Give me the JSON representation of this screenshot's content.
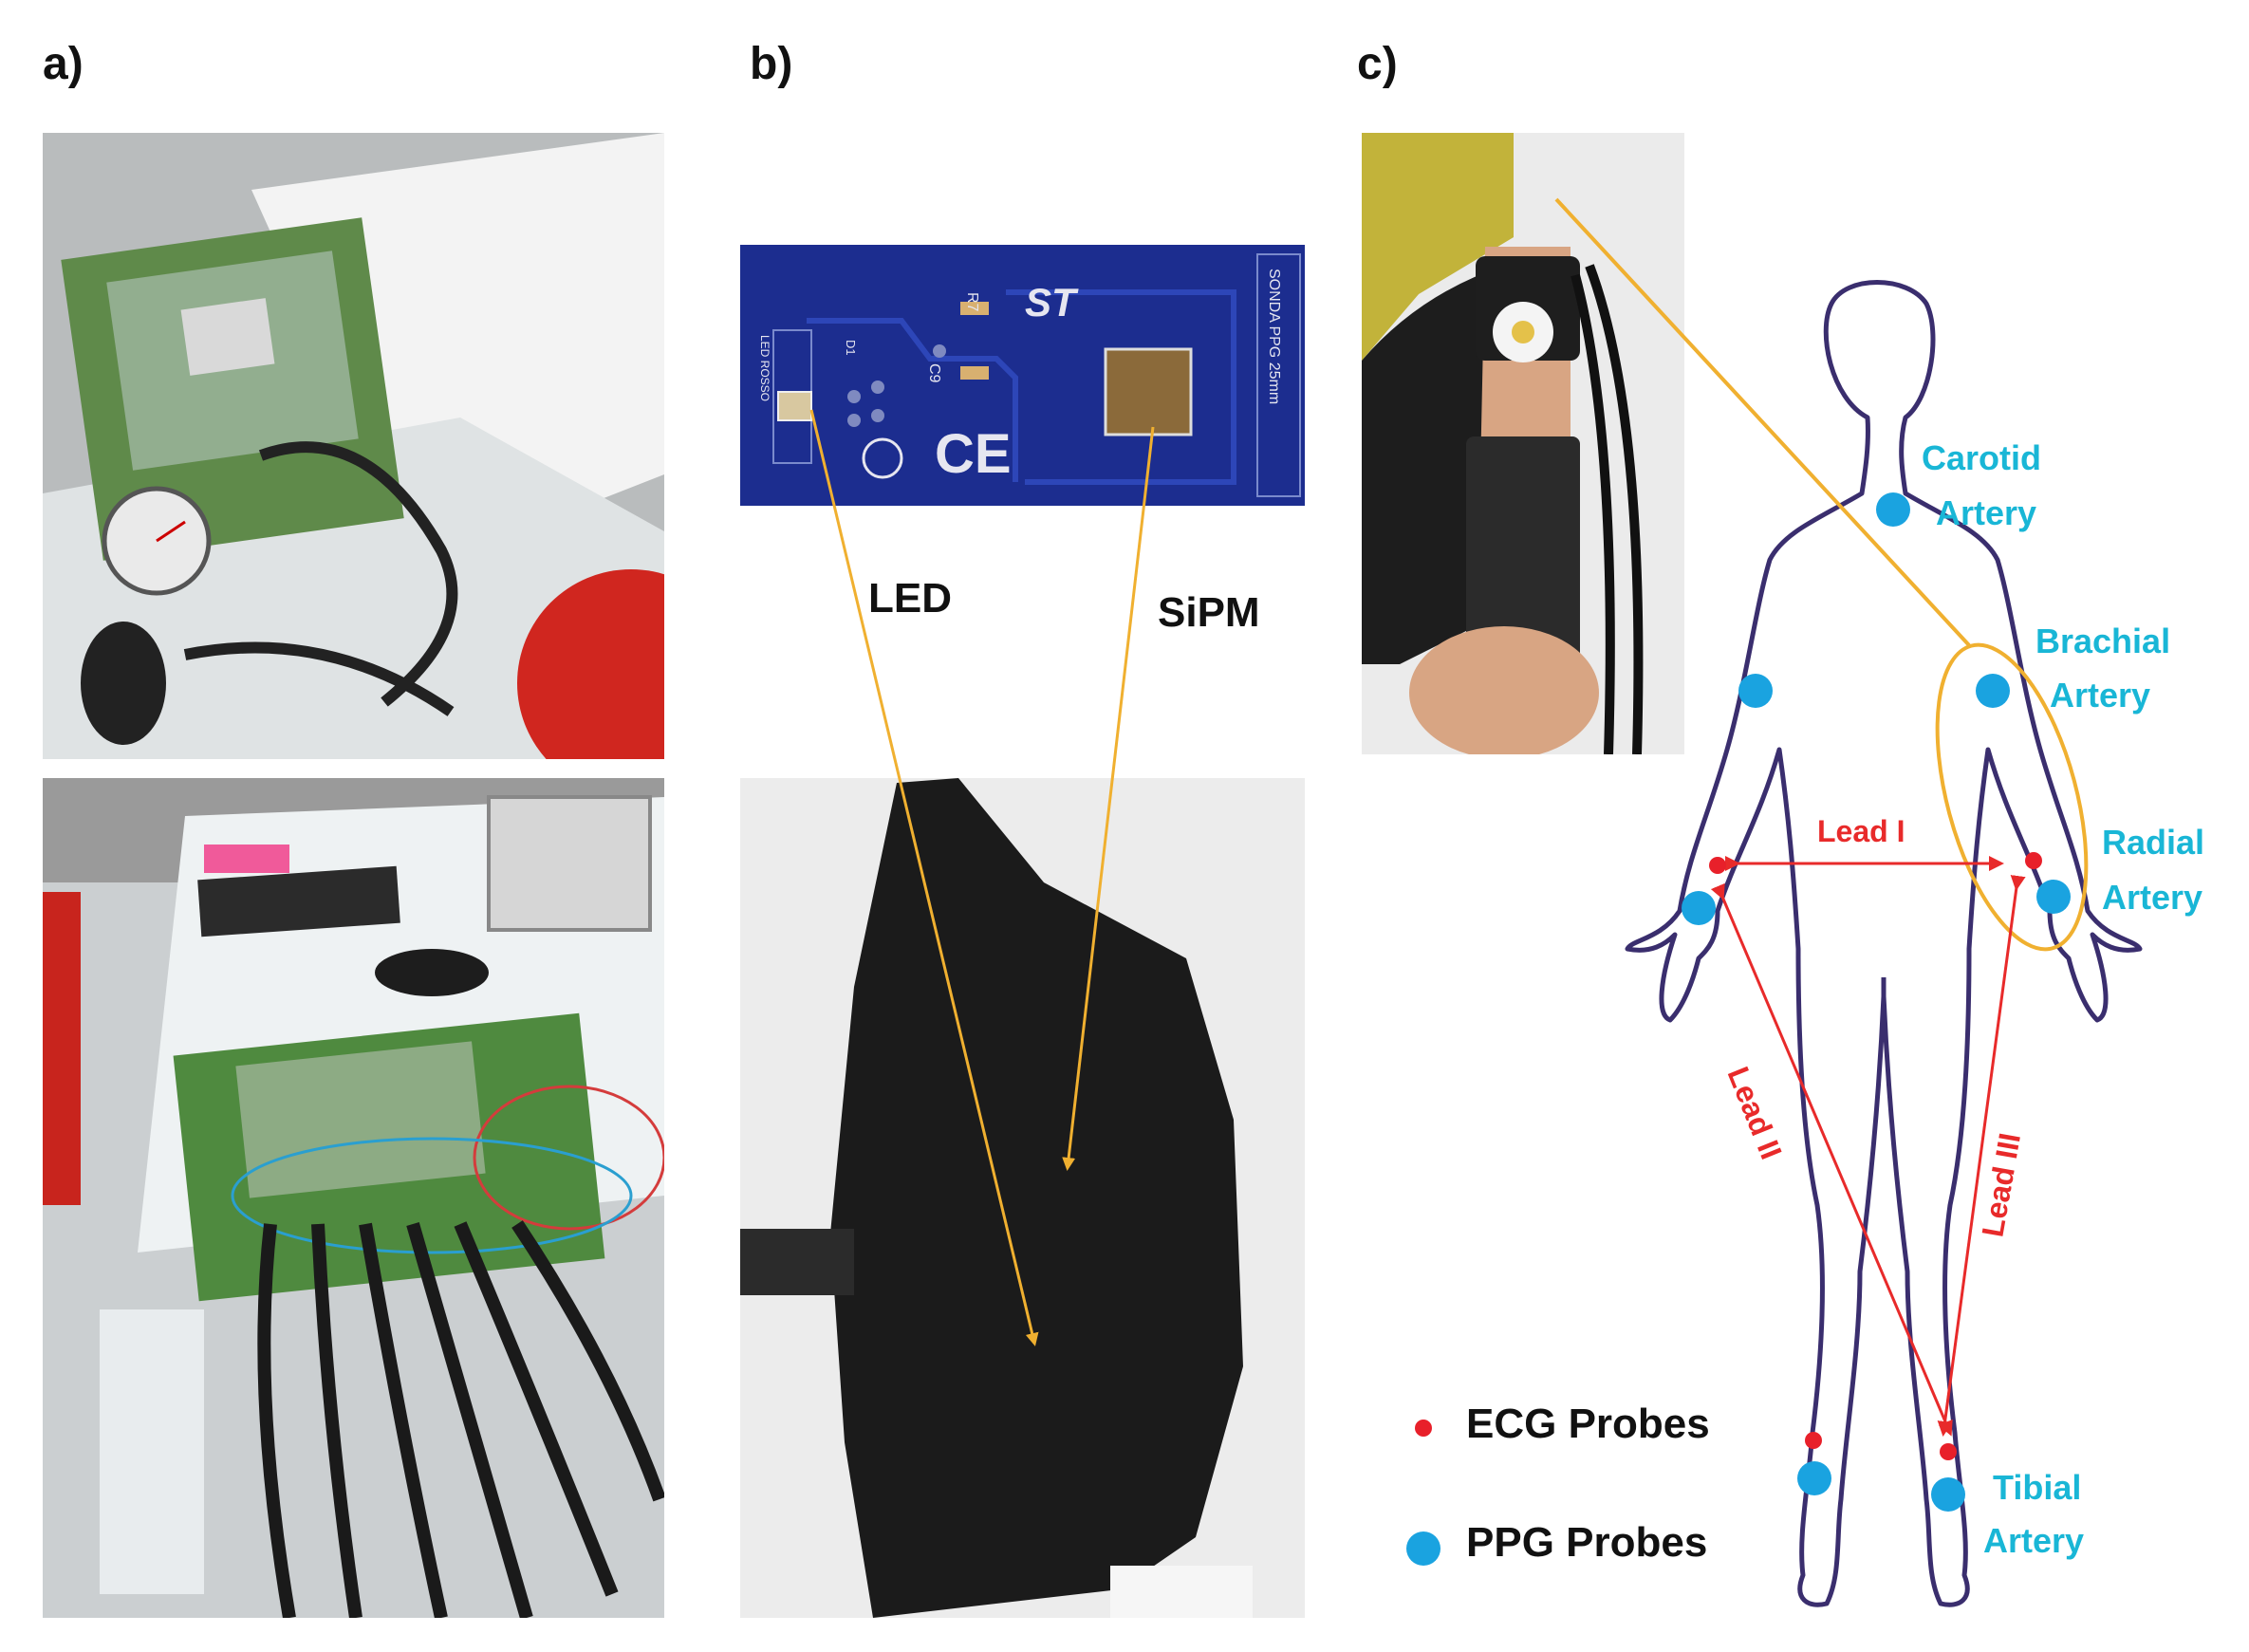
{
  "panels": {
    "a": {
      "letter": "a)"
    },
    "b": {
      "letter": "b)",
      "led_label": "LED",
      "sipm_label": "SiPM"
    },
    "c": {
      "letter": "c)"
    }
  },
  "board": {
    "pcb_text": "SONDA PPG 25mm",
    "led_text": "LED ROSSO",
    "r7": "R7",
    "c9": "C9",
    "d1": "D1",
    "logo": "ST",
    "ce": "CE"
  },
  "arteries": {
    "carotid": [
      "Carotid",
      "Artery"
    ],
    "brachial": [
      "Brachial",
      "Artery"
    ],
    "radial": [
      "Radial",
      "Artery"
    ],
    "tibial": [
      "Tibial",
      "Artery"
    ]
  },
  "leads": {
    "lead1": "Lead I",
    "lead2": "Lead II",
    "lead3": "Lead III"
  },
  "legend": {
    "ecg": "ECG Probes",
    "ppg": "PPG Probes"
  },
  "colors": {
    "orange_line": "#f0b030",
    "cyan_text": "#19b6d6",
    "ppg_dot": "#1aa3e0",
    "ecg_dot": "#e8202a",
    "lead_red": "#e82a2a",
    "body_outline": "#3a2e6e",
    "pcb_blue": "#1c2d8f"
  }
}
